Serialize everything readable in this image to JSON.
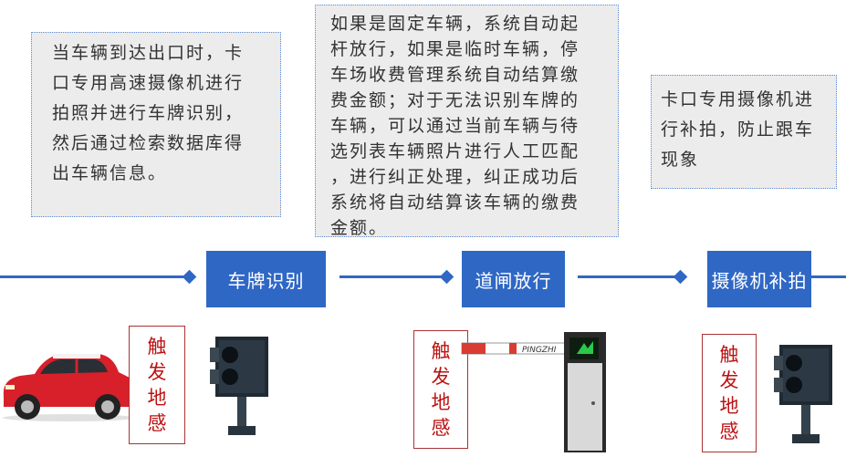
{
  "notes": {
    "entry": "当车辆到达出口时，卡\n口专用高速摄像机进行\n拍照并进行车牌识别，\n然后通过检索数据库得\n出车辆信息。",
    "gate": "如果是固定车辆，系统自动起\n杆放行，如果是临时车辆，停\n车场收费管理系统自动结算缴\n费金额；对于无法识别车牌的\n车辆，可以通过当前车辆与待\n选列表车辆照片进行人工匹配\n，进行纠正处理，纠正成功后\n系统将自动结算该车辆的缴费\n金额。",
    "recapture": "卡口专用摄像机进\n行补拍，防止跟车\n现象"
  },
  "stages": {
    "plate": "车牌识别",
    "barrier": "道闸放行",
    "recapture": "摄像机补拍"
  },
  "sensor_chars": [
    "触",
    "发",
    "地",
    "感"
  ],
  "barrier_brand": "PINGZHI",
  "colors": {
    "accent": "#2f67c5",
    "sensor_text": "#b11111",
    "car_body": "#d8202a",
    "barrier_red": "#d83c32"
  }
}
